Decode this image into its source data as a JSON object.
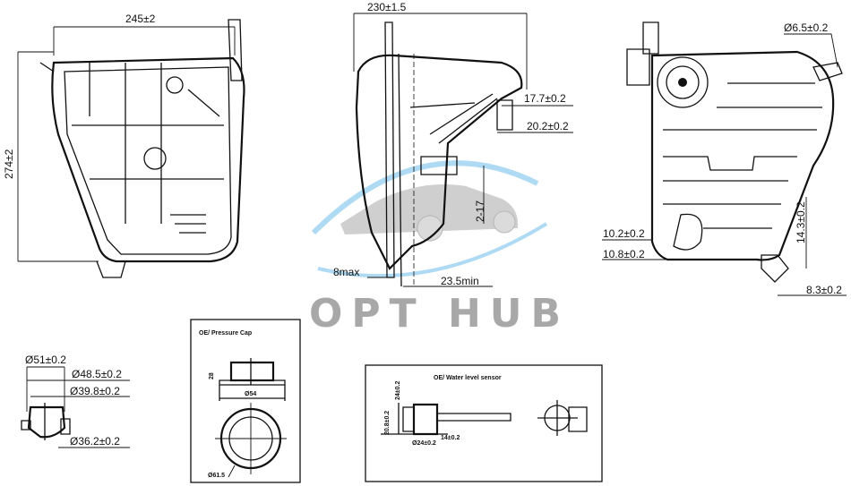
{
  "watermark": {
    "text": "OPT HUB",
    "color": "#9a9a9a",
    "swoosh_color": "#8ecbf0"
  },
  "front_view": {
    "width_dim": "245±2",
    "height_dim": "274±2"
  },
  "side_view": {
    "width_dim": "230±1.5",
    "dim_a": "17.7±0.2",
    "dim_b": "20.2±0.2",
    "dim_c": "2-17",
    "dim_d": "8max",
    "dim_e": "23.5min"
  },
  "rear_view": {
    "hole_dim": "Ø6.5±0.2",
    "dim_a": "10.2±0.2",
    "dim_b": "10.8±0.2",
    "dim_c": "14.3±0.2",
    "dim_d": "8.3±0.2"
  },
  "neck_detail": {
    "d1": "Ø51±0.2",
    "d2": "Ø48.5±0.2",
    "d3": "Ø39.8±0.2",
    "d4": "Ø36.2±0.2"
  },
  "cap_detail": {
    "title": "OE/ Pressure Cap",
    "height": "28",
    "diameter": "Ø54",
    "outer": "Ø61.5"
  },
  "sensor_detail": {
    "title": "OE/ Water level sensor",
    "d1": "24±0.2",
    "d2": "20.8±0.2",
    "d3": "14±0.2",
    "d4": "Ø24±0.2"
  }
}
